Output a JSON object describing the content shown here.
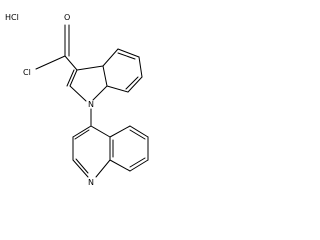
{
  "molecule": {
    "salt_label": "HCl",
    "atoms": {
      "chlorine": "Cl",
      "carbonyl_oxygen": "O",
      "indole_nitrogen": "N",
      "quinoline_nitrogen": "N"
    }
  }
}
